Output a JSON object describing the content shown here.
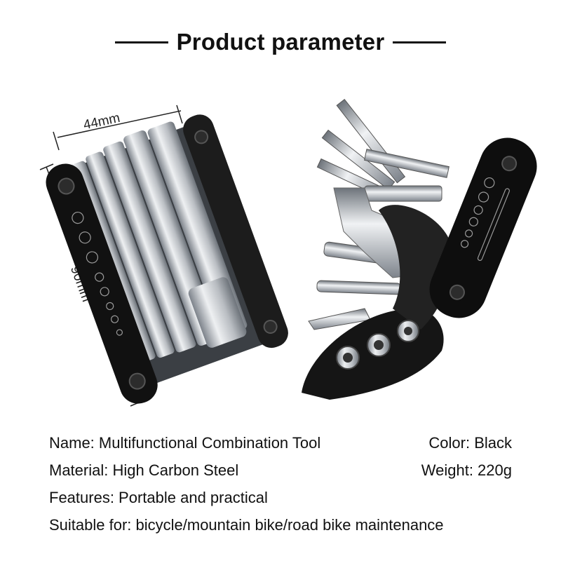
{
  "header": {
    "title": "Product parameter"
  },
  "dimensions": {
    "width": "44mm",
    "height": "90mm"
  },
  "specs": {
    "name": "Name: Multifunctional Combination Tool",
    "color": "Color: Black",
    "material": "Material: High Carbon Steel",
    "weight": "Weight: 220g",
    "features": "Features: Portable and practical",
    "suitable": "Suitable for: bicycle/mountain bike/road bike maintenance"
  },
  "colors": {
    "body": "#111111",
    "steel": "#c9ccd0",
    "steel_dark": "#8a8f96"
  }
}
